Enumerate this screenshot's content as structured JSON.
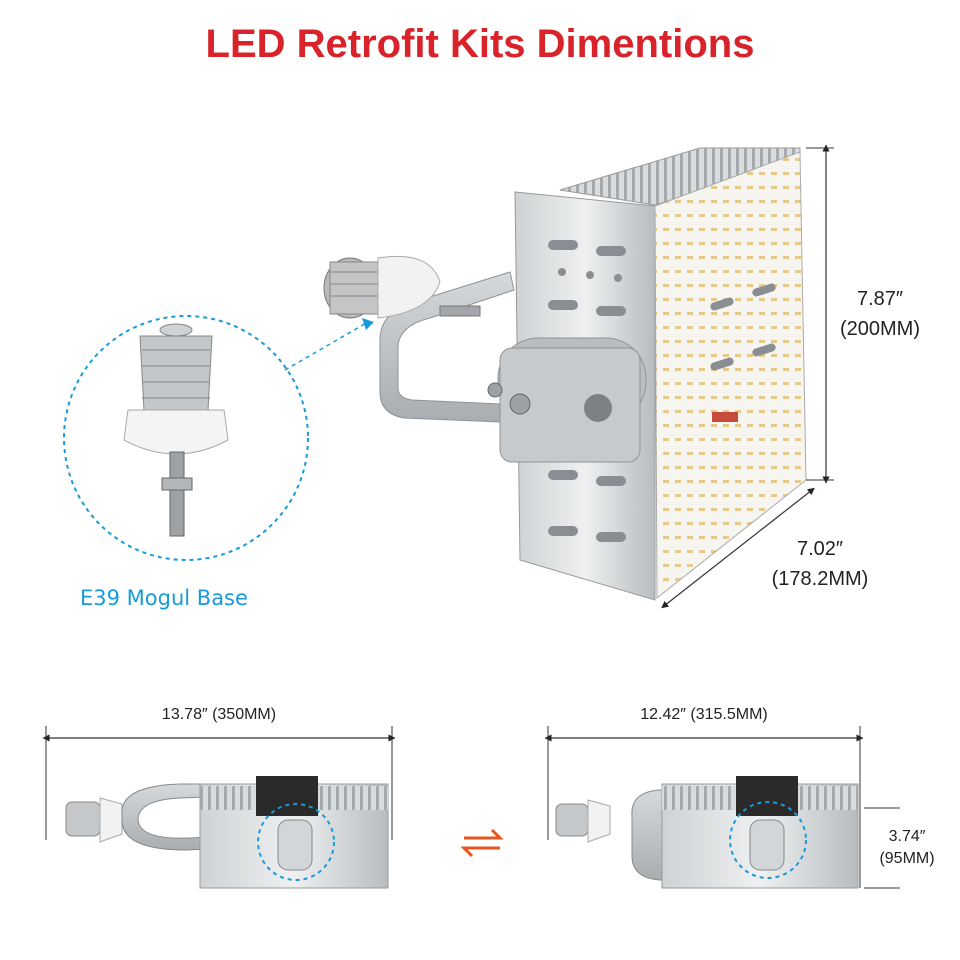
{
  "title": "LED Retrofit Kits Dimentions",
  "base_label": "E39 Mogul Base",
  "dimensions": {
    "height_in": "7.87″",
    "height_mm": "(200MM)",
    "depth_in": "7.02″",
    "depth_mm": "(178.2MM)",
    "length_extended": "13.78″    (350MM)",
    "length_folded": "12.42″    (315.5MM)",
    "side_height_in": "3.74″",
    "side_height_mm": "(95MM)"
  },
  "colors": {
    "title": "#d8232a",
    "accent_blue": "#1a9ad9",
    "swap_arrows": "#e8541e"
  },
  "icons": [
    "swap-arrows-icon"
  ]
}
